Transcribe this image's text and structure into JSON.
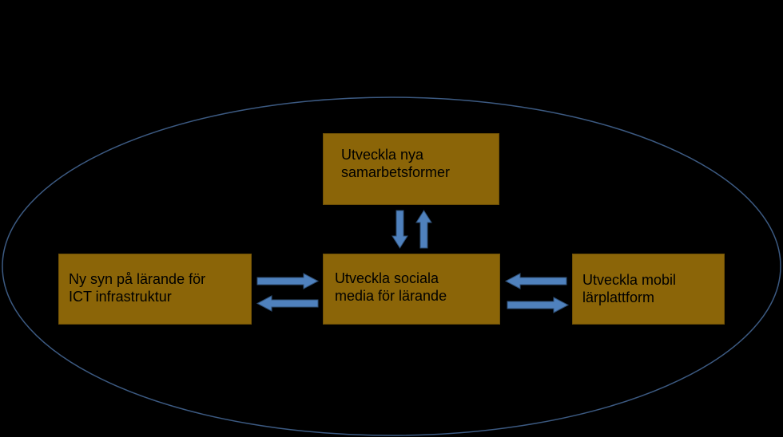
{
  "diagram": {
    "boxes": {
      "top": "Utveckla nya\nsamarbetsformer",
      "center": "Utveckla sociala\nmedia för lärande",
      "left": "Ny syn på lärande för\nICT infrastruktur",
      "right": "Utveckla mobil\nlärplattform"
    }
  },
  "colors": {
    "background": "#000000",
    "box_fill": "#8b6508",
    "arrow_fill": "#4f81bd",
    "ellipse_stroke": "#3c5a82"
  }
}
